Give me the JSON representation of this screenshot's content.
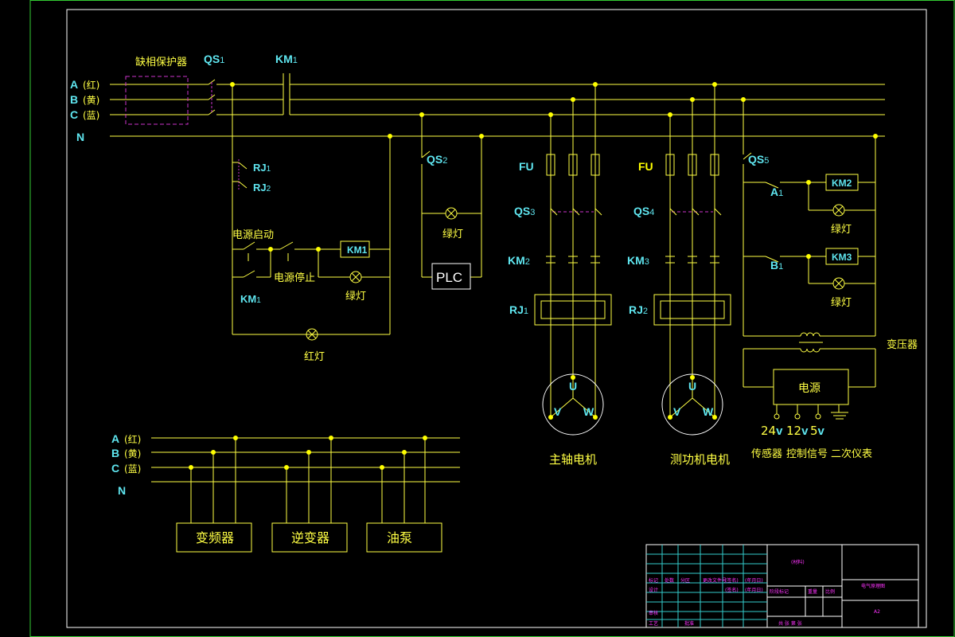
{
  "colors": {
    "background": "#000000",
    "frame": "#33cc33",
    "wire": "#ffff44",
    "label_cyan": "#5fe6f0",
    "dashed": "#cc33cc",
    "title_block": "#ff33ff"
  },
  "phases": {
    "a": "A",
    "a_note": "(红)",
    "b": "B",
    "b_note": "(黄)",
    "c": "C",
    "c_note": "(蓝)",
    "n": "N"
  },
  "devices": {
    "phase_protector": "缺相保护器",
    "qs1": "QS",
    "qs1_sub": "1",
    "km1_top": "KM",
    "km1_top_sub": "1",
    "rj1": "RJ",
    "rj1_sub": "1",
    "rj2": "RJ",
    "rj2_sub": "2",
    "power_start": "电源启动",
    "power_stop": "电源停止",
    "km1_coil": "KM1",
    "km1_self": "KM",
    "km1_self_sub": "1",
    "green_lamp": "绿灯",
    "red_lamp": "红灯",
    "qs2": "QS",
    "qs2_sub": "2",
    "plc": "PLC",
    "fu": "FU",
    "qs3": "QS",
    "qs3_sub": "3",
    "qs4": "QS",
    "qs4_sub": "4",
    "km2": "KM",
    "km2_sub": "2",
    "km3": "KM",
    "km3_sub": "3",
    "rj1_b": "RJ",
    "rj1_b_sub": "1",
    "rj2_b": "RJ",
    "rj2_b_sub": "2",
    "motor_u": "U",
    "motor_v": "V",
    "motor_w": "W",
    "spindle_motor": "主轴电机",
    "dyno_motor": "测功机电机",
    "qs5": "QS",
    "qs5_sub": "5",
    "a1": "A",
    "a1_sub": "1",
    "b1": "B",
    "b1_sub": "1",
    "km2_coil": "KM2",
    "km3_coil": "KM3",
    "transformer": "变压器",
    "power_supply": "电源",
    "v24": "24",
    "v12": "12",
    "v5": "5",
    "volt_unit": "v",
    "sensor": "传感器",
    "control_signal": "控制信号",
    "secondary_meter": "二次仪表",
    "inverter_freq": "变频器",
    "inverter": "逆变器",
    "oil_pump": "油泵"
  },
  "title_block": {
    "material": "(材料)",
    "marks": "标记",
    "count": "处数",
    "zone": "分区",
    "change_doc": "更改文件号",
    "sign": "(签名)",
    "date": "(年月日)",
    "design": "设计",
    "standardize": "(签名)",
    "std_date": "(年月日)",
    "stage_mark": "阶段标记",
    "weight": "重量",
    "ratio": "比例",
    "review": "审核",
    "process": "工艺",
    "approve": "批准",
    "sheets": "共  张  第  张",
    "drawing_title": "电气原理图",
    "code": "A2"
  }
}
